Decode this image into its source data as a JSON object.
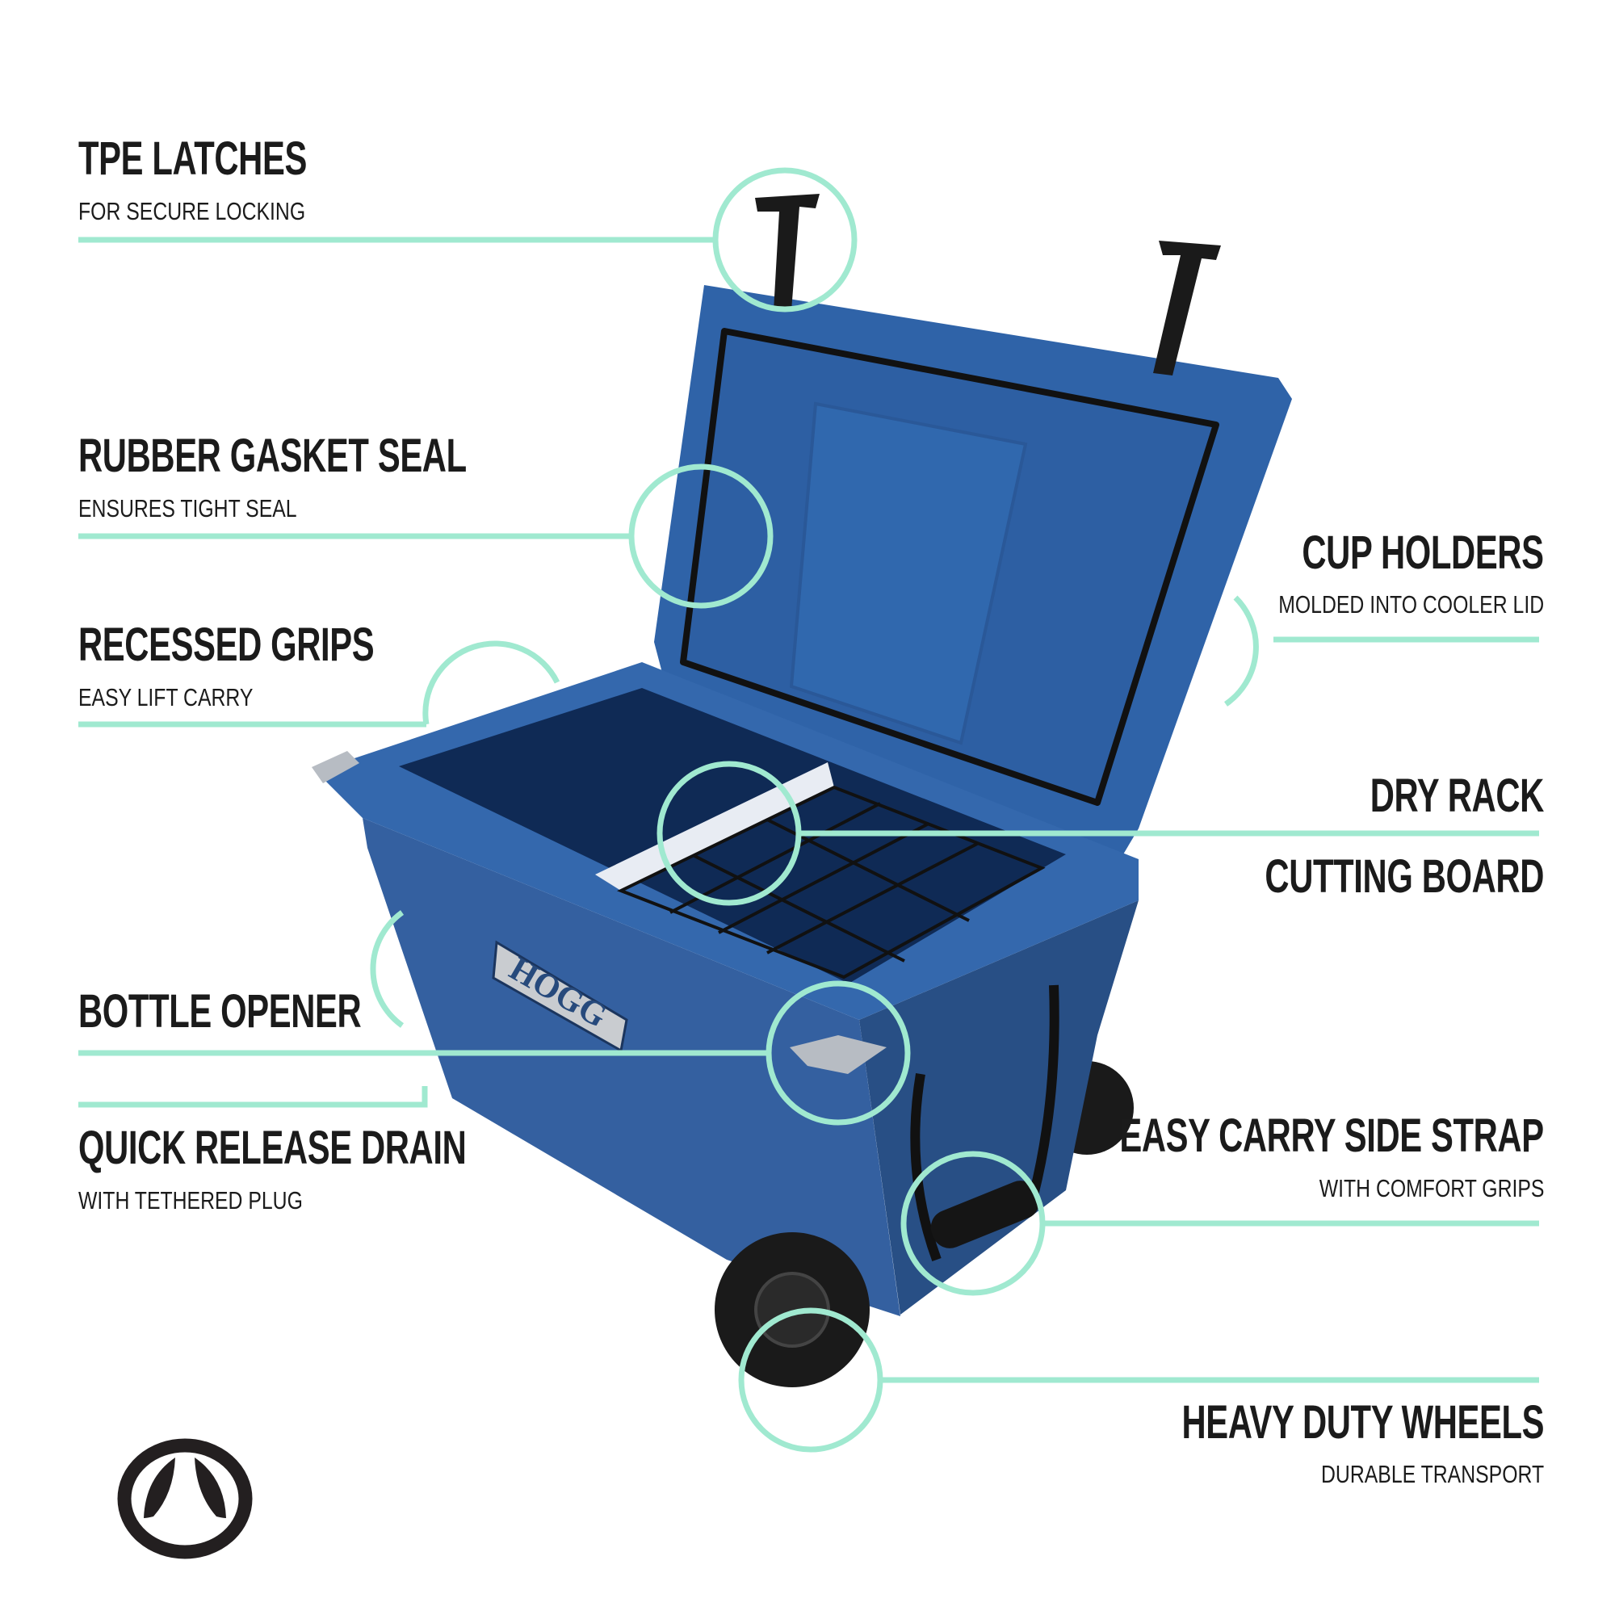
{
  "colors": {
    "accent": "#a0e9d0",
    "cooler_blue": "#2f5d9e",
    "text": "#1b1b1b",
    "logo": "#231f20"
  },
  "brand": {
    "plate_text": "HOGG",
    "logo_icon": "hogg-circle-logo-icon"
  },
  "features": {
    "tpe_latches": {
      "title": "TPE LATCHES",
      "subtitle": "FOR SECURE LOCKING"
    },
    "gasket": {
      "title": "RUBBER GASKET SEAL",
      "subtitle": "ENSURES TIGHT SEAL"
    },
    "grips": {
      "title": "RECESSED GRIPS",
      "subtitle": "EASY LIFT CARRY"
    },
    "bottle_opener": {
      "title": "BOTTLE OPENER"
    },
    "drain": {
      "title": "QUICK RELEASE DRAIN",
      "subtitle": "WITH TETHERED PLUG"
    },
    "cup_holders": {
      "title": "CUP HOLDERS",
      "subtitle": "MOLDED INTO COOLER LID"
    },
    "dry_rack": {
      "title": "DRY RACK"
    },
    "cutting_board": {
      "title": "CUTTING BOARD"
    },
    "side_strap": {
      "title": "EASY CARRY SIDE STRAP",
      "subtitle": "WITH COMFORT GRIPS"
    },
    "wheels": {
      "title": "HEAVY DUTY WHEELS",
      "subtitle": "DURABLE TRANSPORT"
    }
  }
}
